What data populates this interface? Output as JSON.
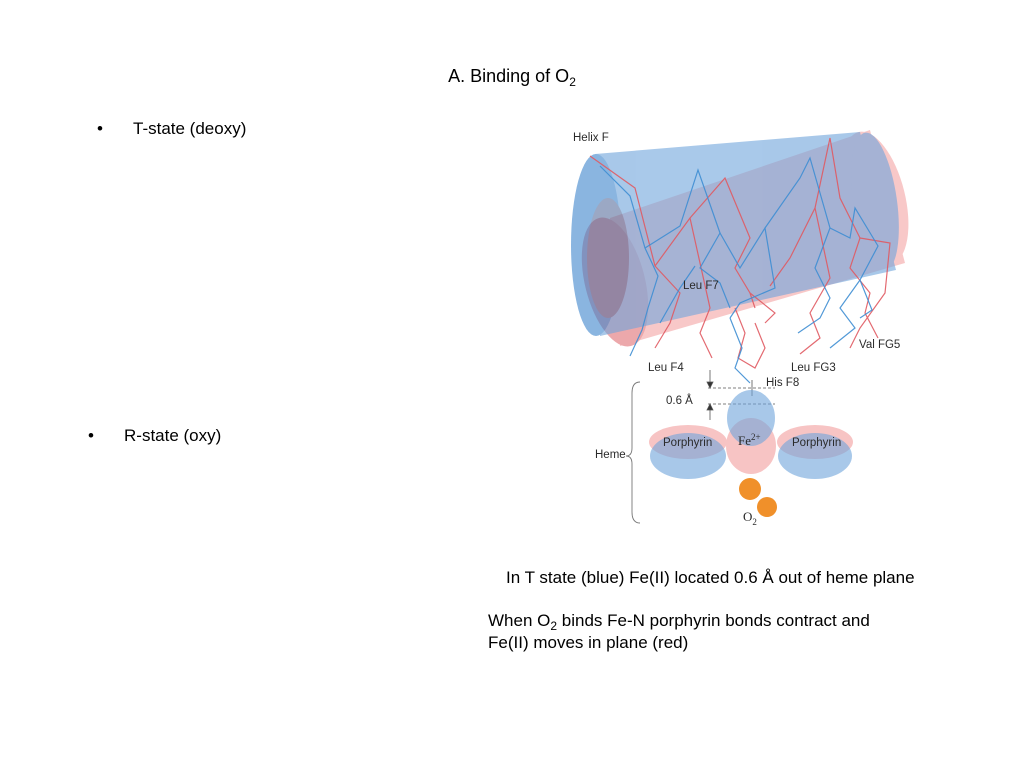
{
  "slide": {
    "title_text": "A. Binding of O",
    "title_sub": "2"
  },
  "bullets": [
    {
      "marker": "•",
      "text": "T-state (deoxy)"
    },
    {
      "marker": "•",
      "text": "R-state (oxy)"
    }
  ],
  "figure": {
    "labels": {
      "helix": "Helix F",
      "leu_f7": "Leu F7",
      "leu_f4": "Leu F4",
      "leu_fg3": "Leu FG3",
      "val_fg5": "Val FG5",
      "his_f8": "His F8",
      "distance": "0.6 Å",
      "heme": "Heme",
      "porphyrin_left": "Porphyrin",
      "porphyrin_right": "Porphyrin",
      "iron": "Fe",
      "iron_charge": "2+",
      "oxygen": "O",
      "oxygen_sub": "2"
    },
    "colors": {
      "t_state_blue": "#5b9bd5",
      "r_state_red": "#f08080",
      "oxygen_orange": "#f0902a"
    }
  },
  "notes": {
    "line1": "In T state (blue) Fe(II) located 0.6 Å out of heme plane",
    "line2_pre": "When O",
    "line2_sub": "2",
    "line2_post": " binds Fe-N porphyrin bonds contract and",
    "line3": "Fe(II) moves in plane (red)"
  }
}
